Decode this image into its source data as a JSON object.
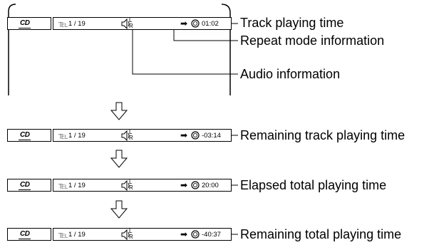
{
  "screens": [
    {
      "logo": "CD",
      "track": "1 / 19",
      "spk_l": "L",
      "spk_r": "R",
      "time": "01:02"
    },
    {
      "logo": "CD",
      "track": "1 / 19",
      "spk_l": "L",
      "spk_r": "R",
      "time": "-03:14"
    },
    {
      "logo": "CD",
      "track": "1 / 19",
      "spk_l": "L",
      "spk_r": "R",
      "time": "20:00"
    },
    {
      "logo": "CD",
      "track": "1 / 19",
      "spk_l": "L",
      "spk_r": "R",
      "time": "-40:37"
    }
  ],
  "labels": {
    "track_playing_time": "Track playing time",
    "repeat_mode": "Repeat mode information",
    "audio_info": "Audio information",
    "remaining_track": "Remaining track playing time",
    "elapsed_total": "Elapsed total playing time",
    "remaining_total": "Remaining total playing time"
  },
  "icons": [
    "track-icon",
    "speaker-icon",
    "repeat-arrow-icon",
    "clock-icon",
    "down-arrow-icon"
  ]
}
